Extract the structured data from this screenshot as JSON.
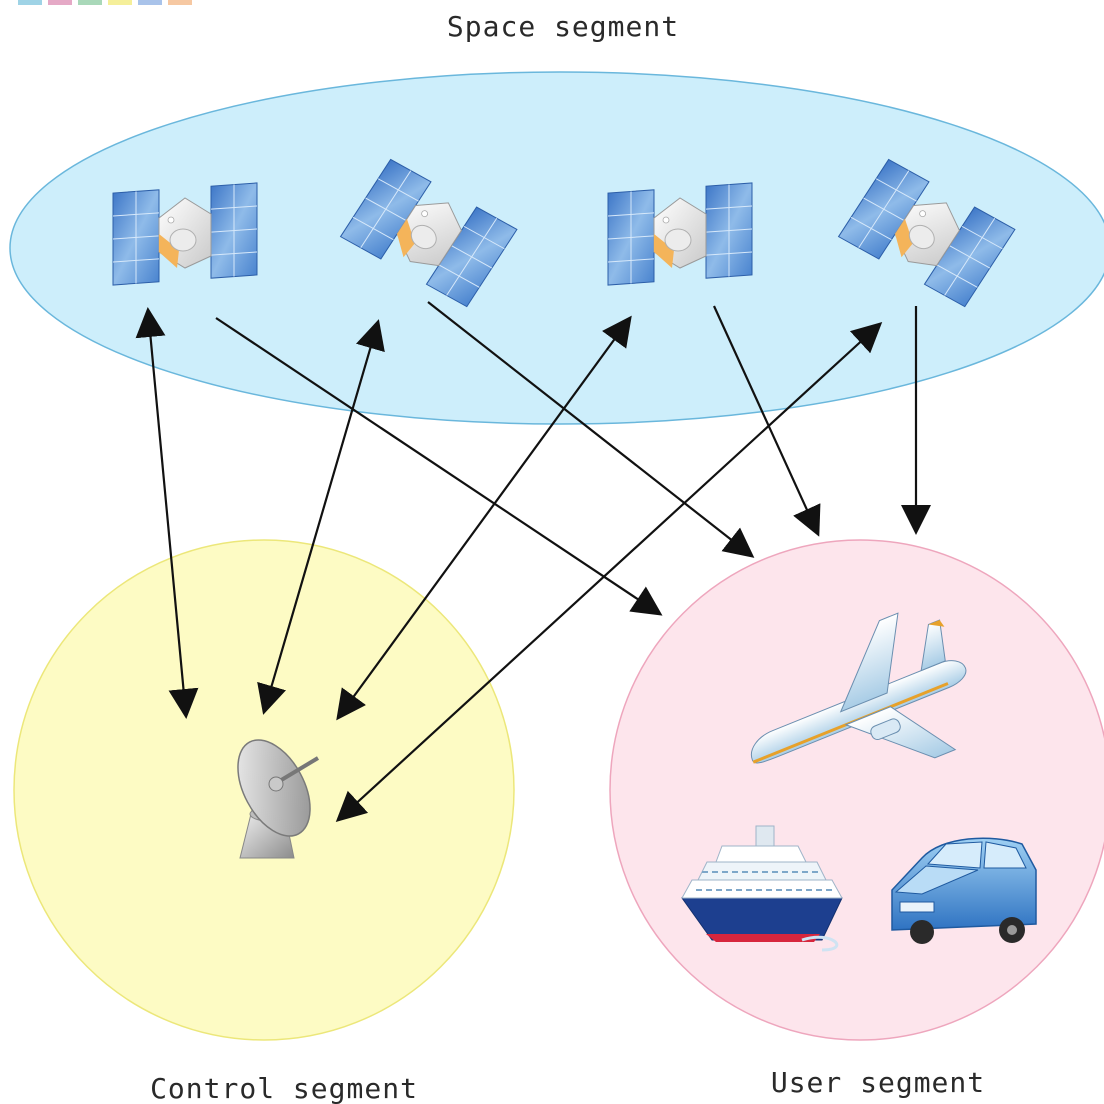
{
  "segments": {
    "space": {
      "label": "Space segment",
      "color": "#cdeefb",
      "stroke": "#6ab7dc"
    },
    "control": {
      "label": "Control segment",
      "color": "#fdfbc4",
      "stroke": "#ece77a"
    },
    "user": {
      "label": "User segment",
      "color": "#fde5ec",
      "stroke": "#eea6bd"
    }
  },
  "legend_swatches": [
    "#9fd3e6",
    "#e5a9c6",
    "#a9d8b9",
    "#f5ef9a",
    "#a9c3ea",
    "#f6c8a2"
  ],
  "icons": {
    "satellites": [
      "satellite-icon",
      "satellite-icon",
      "satellite-icon",
      "satellite-icon"
    ],
    "ground_station": "satellite-dish-icon",
    "user_vehicles": [
      "airplane-icon",
      "ship-icon",
      "car-icon"
    ]
  },
  "links": [
    {
      "from": "satellite-1",
      "to": "ground-station",
      "type": "bidirectional"
    },
    {
      "from": "satellite-2",
      "to": "ground-station",
      "type": "bidirectional"
    },
    {
      "from": "satellite-3",
      "to": "ground-station",
      "type": "bidirectional"
    },
    {
      "from": "satellite-4",
      "to": "ground-station",
      "type": "bidirectional"
    },
    {
      "from": "satellite-1",
      "to": "user-segment",
      "type": "downlink"
    },
    {
      "from": "satellite-2",
      "to": "user-segment",
      "type": "downlink"
    },
    {
      "from": "satellite-3",
      "to": "user-segment",
      "type": "downlink"
    },
    {
      "from": "satellite-4",
      "to": "user-segment",
      "type": "downlink"
    }
  ]
}
